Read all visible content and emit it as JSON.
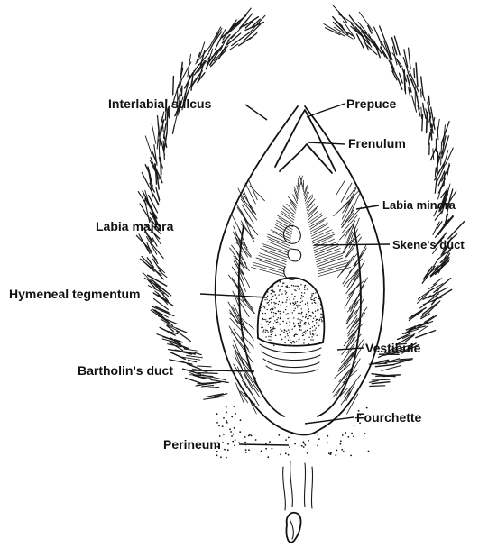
{
  "labels": {
    "interlabial_sulcus": "Interlabial sulcus",
    "prepuce": "Prepuce",
    "frenulum": "Frenulum",
    "labia_minora": "Labia minora",
    "labia_majora": "Labia majora",
    "skenes_duct": "Skene's duct",
    "hymeneal_tegmentum": "Hymeneal tegmentum",
    "vestibule": "Vestibule",
    "bartholins_duct": "Bartholin's duct",
    "fourchette": "Fourchette",
    "perineum": "Perineum"
  },
  "colors": {
    "ink": "#111111",
    "background": "#ffffff"
  }
}
